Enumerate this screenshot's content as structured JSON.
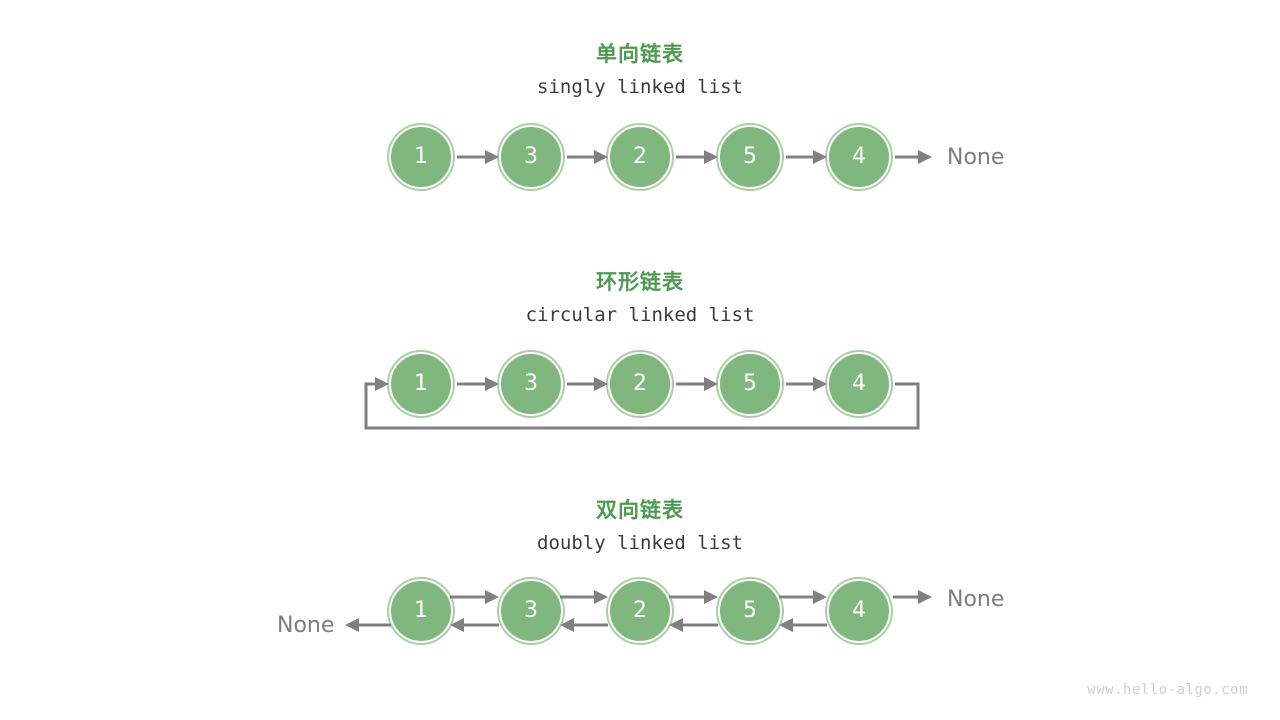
{
  "diagram": {
    "watermark": "www.hello-algo.com",
    "null_label": "None",
    "accent_green": "#4f9a51",
    "node_fill": "#7fb77e",
    "node_ring": "#a8cfa3",
    "arrow_color": "#808080",
    "text_color": "#3b3b3b"
  },
  "sections": [
    {
      "id": "singly",
      "title_cn": "单向链表",
      "title_en": "singly linked list",
      "nodes": [
        {
          "value": "1"
        },
        {
          "value": "3"
        },
        {
          "value": "2"
        },
        {
          "value": "5"
        },
        {
          "value": "4"
        }
      ],
      "tail_label": "None",
      "head_label": "",
      "circular": false,
      "doubly": false
    },
    {
      "id": "circular",
      "title_cn": "环形链表",
      "title_en": "circular linked list",
      "nodes": [
        {
          "value": "1"
        },
        {
          "value": "3"
        },
        {
          "value": "2"
        },
        {
          "value": "5"
        },
        {
          "value": "4"
        }
      ],
      "tail_label": "",
      "head_label": "",
      "circular": true,
      "doubly": false
    },
    {
      "id": "doubly",
      "title_cn": "双向链表",
      "title_en": "doubly linked list",
      "nodes": [
        {
          "value": "1"
        },
        {
          "value": "3"
        },
        {
          "value": "2"
        },
        {
          "value": "5"
        },
        {
          "value": "4"
        }
      ],
      "tail_label": "None",
      "head_label": "None",
      "circular": false,
      "doubly": true
    }
  ]
}
